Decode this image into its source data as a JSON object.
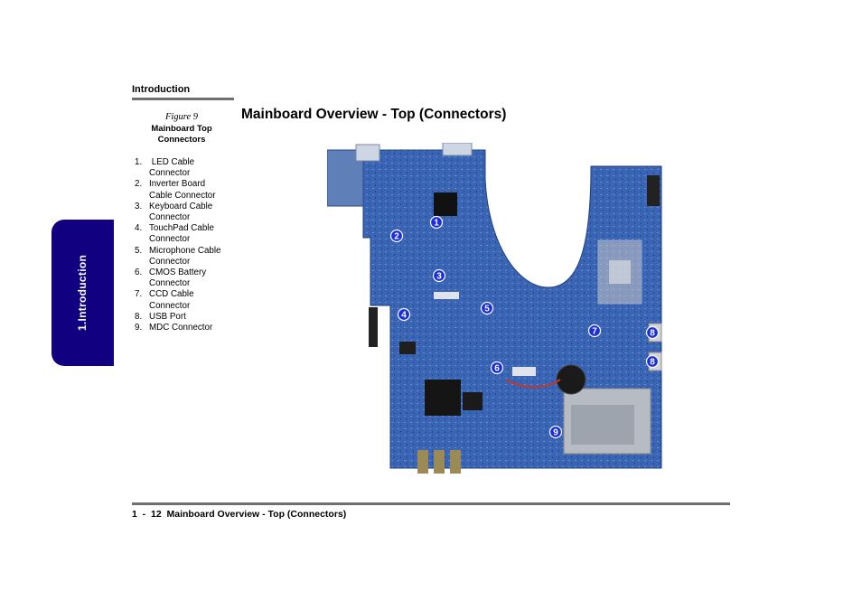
{
  "header": {
    "section_label": "Introduction"
  },
  "side_tab": {
    "label": "1.Introduction",
    "color": "#11007f"
  },
  "figure": {
    "number": "Figure 9",
    "title_line1": "Mainboard Top",
    "title_line2": "Connectors"
  },
  "legend": [
    {
      "num": "1.",
      "line1": " LED Cable",
      "line2": "Connector"
    },
    {
      "num": "2.",
      "line1": "Inverter Board",
      "line2": "Cable Connector"
    },
    {
      "num": "3.",
      "line1": "Keyboard Cable",
      "line2": "Connector"
    },
    {
      "num": "4.",
      "line1": "TouchPad Cable",
      "line2": "Connector"
    },
    {
      "num": "5.",
      "line1": "Microphone Cable",
      "line2": "Connector"
    },
    {
      "num": "6.",
      "line1": "CMOS Battery",
      "line2": "Connector"
    },
    {
      "num": "7.",
      "line1": "CCD Cable",
      "line2": "Connector"
    },
    {
      "num": "8.",
      "line1": "USB Port",
      "line2": ""
    },
    {
      "num": "9.",
      "line1": "MDC Connector",
      "line2": ""
    }
  ],
  "page_title": "Mainboard Overview - Top (Connectors)",
  "callouts": [
    "1",
    "2",
    "3",
    "4",
    "5",
    "6",
    "7",
    "8",
    "8",
    "9"
  ],
  "footer": {
    "text": "1  -  12  Mainboard Overview - Top (Connectors)"
  },
  "colors": {
    "board_blue": "#3a64b4",
    "callout_blue": "#1b2fd6",
    "rule_gray": "#6f6f6f"
  }
}
